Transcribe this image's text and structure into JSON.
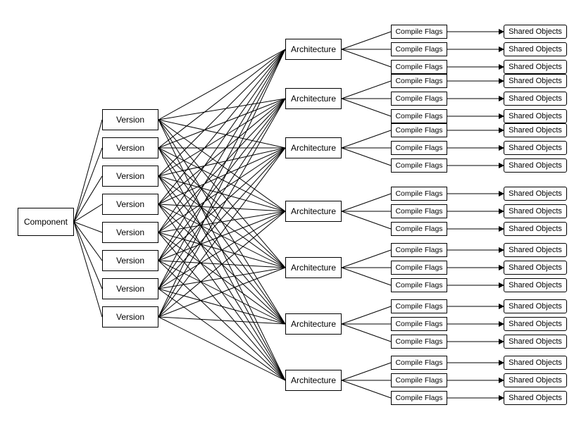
{
  "component": {
    "label": "Component"
  },
  "versions": [
    {
      "label": "Version"
    },
    {
      "label": "Version"
    },
    {
      "label": "Version"
    },
    {
      "label": "Version"
    },
    {
      "label": "Version"
    },
    {
      "label": "Version"
    },
    {
      "label": "Version"
    },
    {
      "label": "Version"
    }
  ],
  "architectures": [
    {
      "label": "Architecture",
      "flags": [
        {
          "label": "Compile Flags",
          "shared": "Shared Objects"
        },
        {
          "label": "Compile Flags",
          "shared": "Shared Objects"
        },
        {
          "label": "Compile Flags",
          "shared": "Shared Objects"
        }
      ]
    },
    {
      "label": "Architecture",
      "flags": [
        {
          "label": "Compile Flags",
          "shared": "Shared Objects"
        },
        {
          "label": "Compile Flags",
          "shared": "Shared Objects"
        },
        {
          "label": "Compile Flags",
          "shared": "Shared Objects"
        }
      ]
    },
    {
      "label": "Architecture",
      "flags": [
        {
          "label": "Compile Flags",
          "shared": "Shared Objects"
        },
        {
          "label": "Compile Flags",
          "shared": "Shared Objects"
        },
        {
          "label": "Compile Flags",
          "shared": "Shared Objects"
        }
      ]
    },
    {
      "label": "Architecture",
      "flags": [
        {
          "label": "Compile Flags",
          "shared": "Shared Objects"
        },
        {
          "label": "Compile Flags",
          "shared": "Shared Objects"
        },
        {
          "label": "Compile Flags",
          "shared": "Shared Objects"
        }
      ]
    },
    {
      "label": "Architecture",
      "flags": [
        {
          "label": "Compile Flags",
          "shared": "Shared Objects"
        },
        {
          "label": "Compile Flags",
          "shared": "Shared Objects"
        },
        {
          "label": "Compile Flags",
          "shared": "Shared Objects"
        }
      ]
    },
    {
      "label": "Architecture",
      "flags": [
        {
          "label": "Compile Flags",
          "shared": "Shared Objects"
        },
        {
          "label": "Compile Flags",
          "shared": "Shared Objects"
        },
        {
          "label": "Compile Flags",
          "shared": "Shared Objects"
        }
      ]
    },
    {
      "label": "Architecture",
      "flags": [
        {
          "label": "Compile Flags",
          "shared": "Shared Objects"
        },
        {
          "label": "Compile Flags",
          "shared": "Shared Objects"
        },
        {
          "label": "Compile Flags",
          "shared": "Shared Objects"
        }
      ]
    }
  ]
}
